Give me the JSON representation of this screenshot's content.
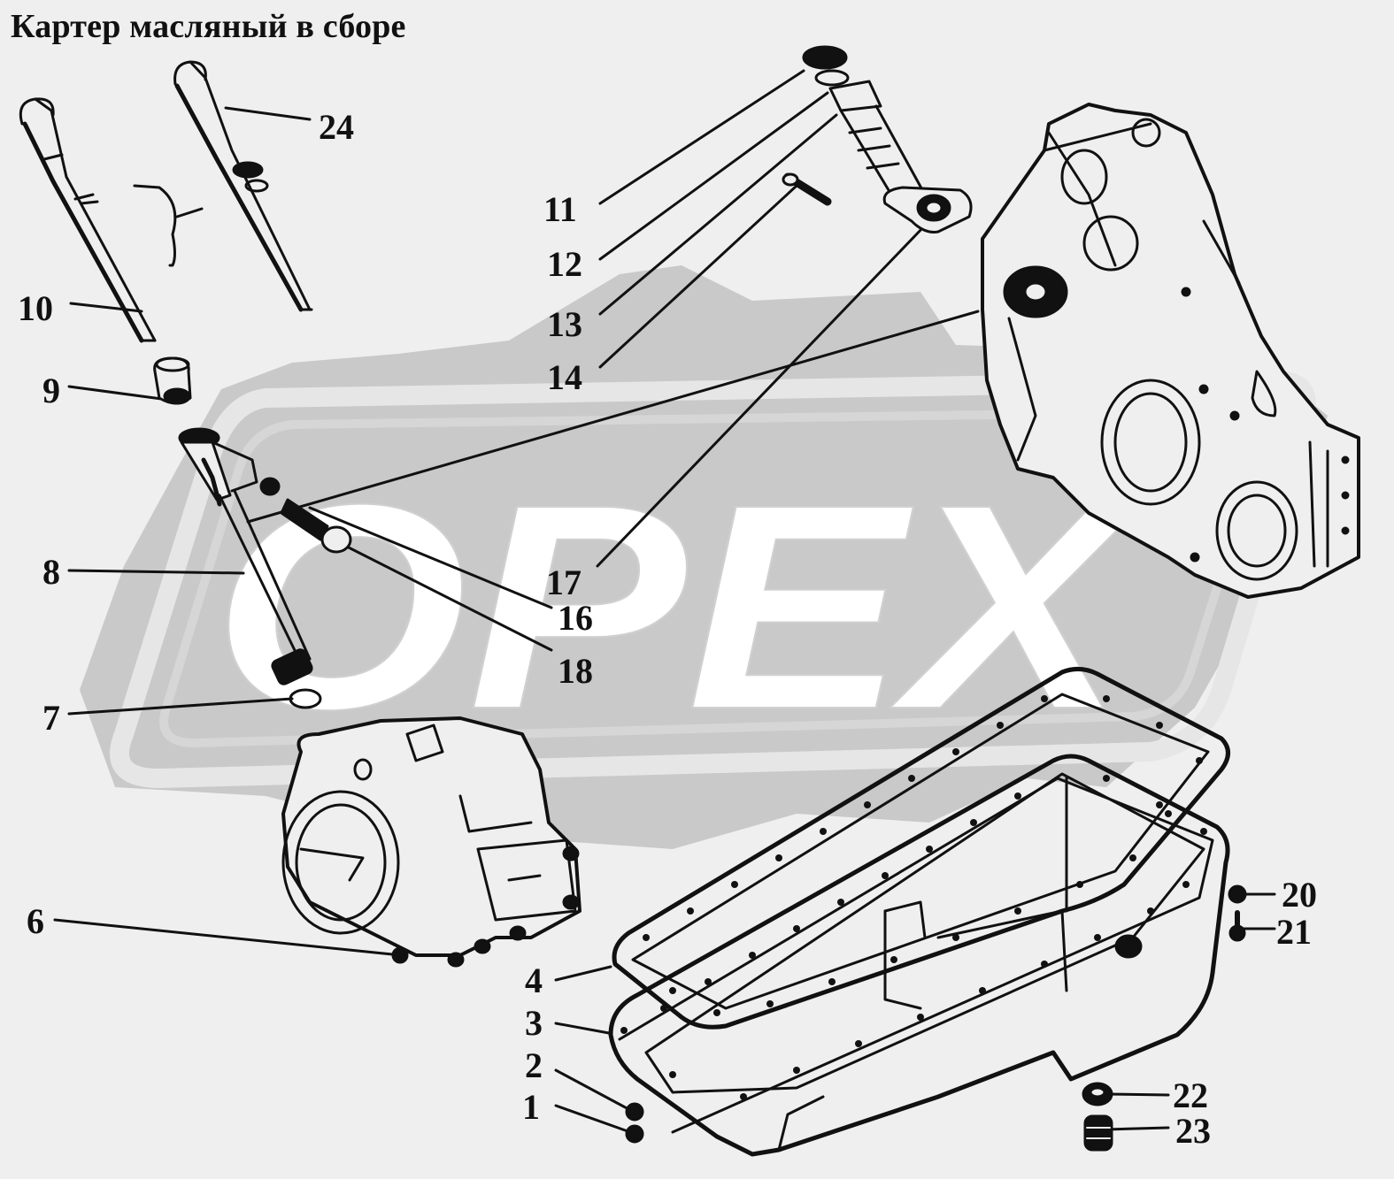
{
  "title": "Картер масляный в сборе",
  "watermark": "OPEX",
  "callouts": [
    {
      "id": "1",
      "text": "1"
    },
    {
      "id": "2",
      "text": "2"
    },
    {
      "id": "3",
      "text": "3"
    },
    {
      "id": "4",
      "text": "4"
    },
    {
      "id": "6",
      "text": "6"
    },
    {
      "id": "7",
      "text": "7"
    },
    {
      "id": "8",
      "text": "8"
    },
    {
      "id": "9",
      "text": "9"
    },
    {
      "id": "10",
      "text": "10"
    },
    {
      "id": "11",
      "text": "11"
    },
    {
      "id": "12",
      "text": "12"
    },
    {
      "id": "13",
      "text": "13"
    },
    {
      "id": "14",
      "text": "14"
    },
    {
      "id": "16",
      "text": "16"
    },
    {
      "id": "17",
      "text": "17"
    },
    {
      "id": "18",
      "text": "18"
    },
    {
      "id": "20",
      "text": "20"
    },
    {
      "id": "21",
      "text": "21"
    },
    {
      "id": "22",
      "text": "22"
    },
    {
      "id": "23",
      "text": "23"
    },
    {
      "id": "24",
      "text": "24"
    }
  ],
  "colors": {
    "background": "#efefef",
    "line": "#111111",
    "watermark_fill": "#c9c9c9",
    "watermark_text": "#ffffff"
  }
}
